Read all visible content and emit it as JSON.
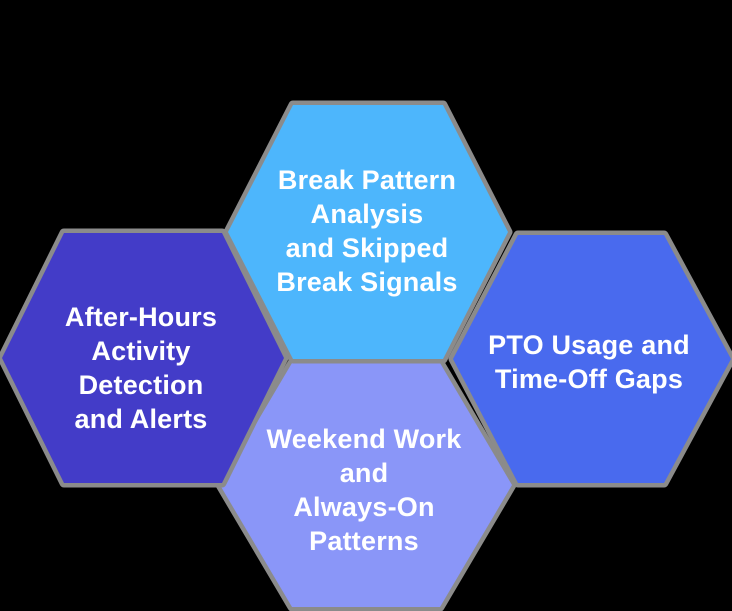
{
  "diagram": {
    "background_color": "#000000",
    "outline_color": "#8b8b8b",
    "text_color": "#ffffff",
    "hexagons": [
      {
        "name": "break-pattern-analysis",
        "color": "#4db6fc",
        "lines": [
          "Break Pattern",
          "Analysis",
          "and Skipped",
          "Break Signals"
        ]
      },
      {
        "name": "after-hours-activity",
        "color": "#433cc8",
        "lines": [
          "After-Hours",
          "Activity",
          "Detection",
          "and Alerts"
        ]
      },
      {
        "name": "pto-usage-time-off",
        "color": "#496aee",
        "lines": [
          "PTO Usage and",
          "Time-Off Gaps"
        ]
      },
      {
        "name": "weekend-work-always-on",
        "color": "#8a96f8",
        "lines": [
          "Weekend Work",
          "and",
          "Always-On",
          "Patterns"
        ]
      }
    ]
  }
}
